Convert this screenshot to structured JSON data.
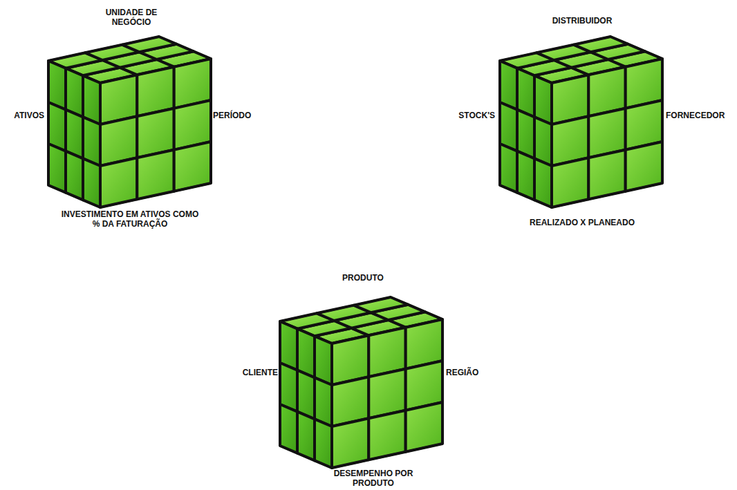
{
  "diagram": {
    "labels": [
      "UNIDADE DE NEGÓCIO",
      "DISTRIBUIDOR",
      "ATIVOS",
      "PERÍODO",
      "STOCK'S",
      "FORNECEDOR",
      "INVESTIMENTO EM ATIVOS COMO % DA FATURAÇÃO",
      "REALIZADO X PLANEADO",
      "PRODUTO",
      "CLIENTE",
      "REGIÃO",
      "DESEMPENHO POR PRODUTO"
    ]
  }
}
